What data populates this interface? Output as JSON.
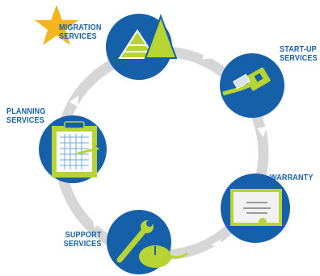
{
  "diagram": {
    "colors": {
      "circle": "#1560a8",
      "accent_green": "#b7d433",
      "star": "#f7b51d",
      "ring": "#d3d3d3",
      "label": "#1560a8"
    },
    "nodes": [
      {
        "id": "migration",
        "label_line1": "MIGRATION",
        "label_line2": "SERVICES",
        "icon": "pyramid-triangles-icon"
      },
      {
        "id": "startup",
        "label_line1": "START-UP",
        "label_line2": "SERVICES",
        "icon": "network-cable-icon"
      },
      {
        "id": "warranty",
        "label_line1": "WARRANTY",
        "label_line2": "",
        "icon": "certificate-icon"
      },
      {
        "id": "support",
        "label_line1": "SUPPORT",
        "label_line2": "SERVICES",
        "icon": "wrench-mouse-icon"
      },
      {
        "id": "planning",
        "label_line1": "PLANNING",
        "label_line2": "SERVICES",
        "icon": "clipboard-plan-icon"
      }
    ],
    "highlight_icon": "star-icon"
  }
}
